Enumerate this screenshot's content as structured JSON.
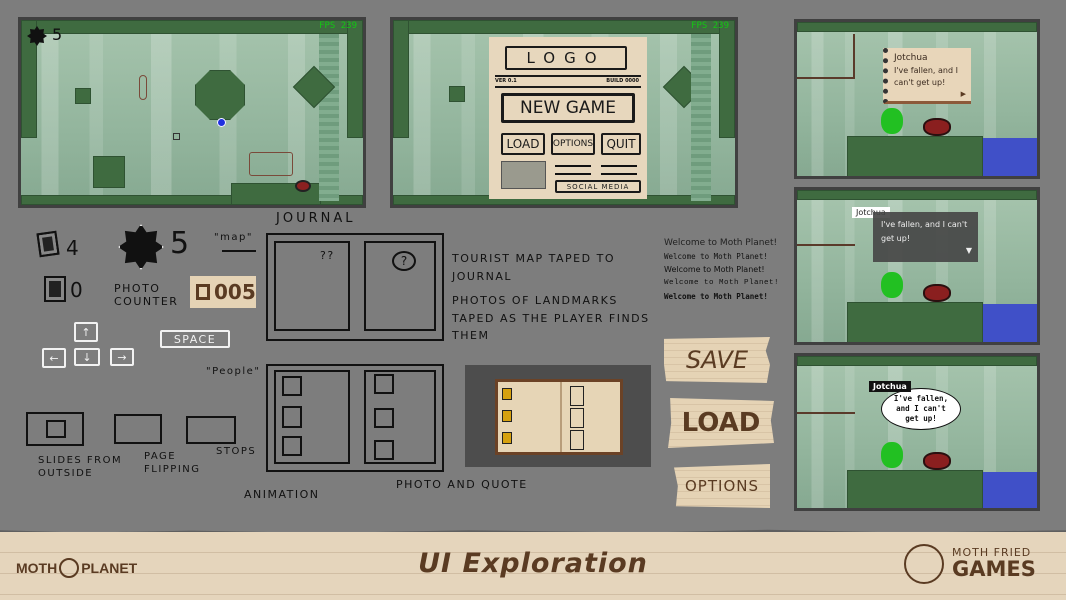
{
  "board_title": "UI Exploration",
  "colors": {
    "background": "#7d7d7d",
    "paper": "#e5d5bc",
    "brown_ink": "#5a3b22",
    "fps_green": "#12c712",
    "forest_green": "#3f6b40",
    "water_blue": "#4050c8"
  },
  "screens": {
    "gameplay": {
      "photo_counter": "5",
      "fps": "FPS 239",
      "icons": [
        "photo-badge-icon",
        "player-orb-icon",
        "moth-character-icon"
      ]
    },
    "title_mockup": {
      "fps": "FPS 239",
      "logo": "LOGO",
      "version": "VER 0.1",
      "build": "BUILD 0000",
      "new_game": "NEW GAME",
      "load": "LOAD",
      "options": "OPTIONS",
      "quit": "QUIT",
      "social_media": "SOCIAL MEDIA"
    }
  },
  "dialogue_variants": [
    {
      "style": "notebook",
      "speaker": "Jotchua",
      "text": "I've fallen, and I can't get up!",
      "advance_icon": "▶"
    },
    {
      "style": "dark-box",
      "speaker": "Jotchua",
      "text": "I've fallen, and I can't get up!",
      "advance_icon": "▼"
    },
    {
      "style": "speech-bubble",
      "speaker": "Jotchua",
      "text": "I've fallen, and I can't get up!"
    }
  ],
  "font_samples": [
    "Welcome to Moth Planet!",
    "Welcome to Moth Planet!",
    "Welcome to Moth Planet!",
    "Welcome to Moth Planet!",
    "Welcome to Moth Planet!"
  ],
  "sketches": {
    "counters": {
      "small_photo_count": "4",
      "empty_photo_count": "0",
      "badge_count": "5",
      "label": "PHOTO COUNTER",
      "styled_counter": "005"
    },
    "controls": {
      "up": "↑",
      "left": "←",
      "down": "↓",
      "right": "→",
      "space": "SPACE"
    },
    "journal": {
      "title": "JOURNAL",
      "map_label": "\"map\"",
      "people_label": "\"People\"",
      "note_1": "TOURIST MAP TAPED TO JOURNAL",
      "note_2": "PHOTOS OF LANDMARKS TAPED AS THE PLAYER FINDS THEM",
      "note_3": "PHOTO AND QUOTE",
      "unknown_mark": "??"
    },
    "animation": {
      "title": "ANIMATION",
      "step_1": "SLIDES FROM OUTSIDE",
      "step_2": "PAGE FLIPPING",
      "step_3": "STOPS"
    }
  },
  "tape_buttons": {
    "save": "SAVE",
    "load": "LOAD",
    "options": "OPTIONS"
  },
  "footer": {
    "left_logo_part1": "MOTH",
    "left_logo_part2": "PLANET",
    "title": "UI Exploration",
    "right_logo_line1": "MOTH FRIED",
    "right_logo_line2": "GAMES"
  }
}
